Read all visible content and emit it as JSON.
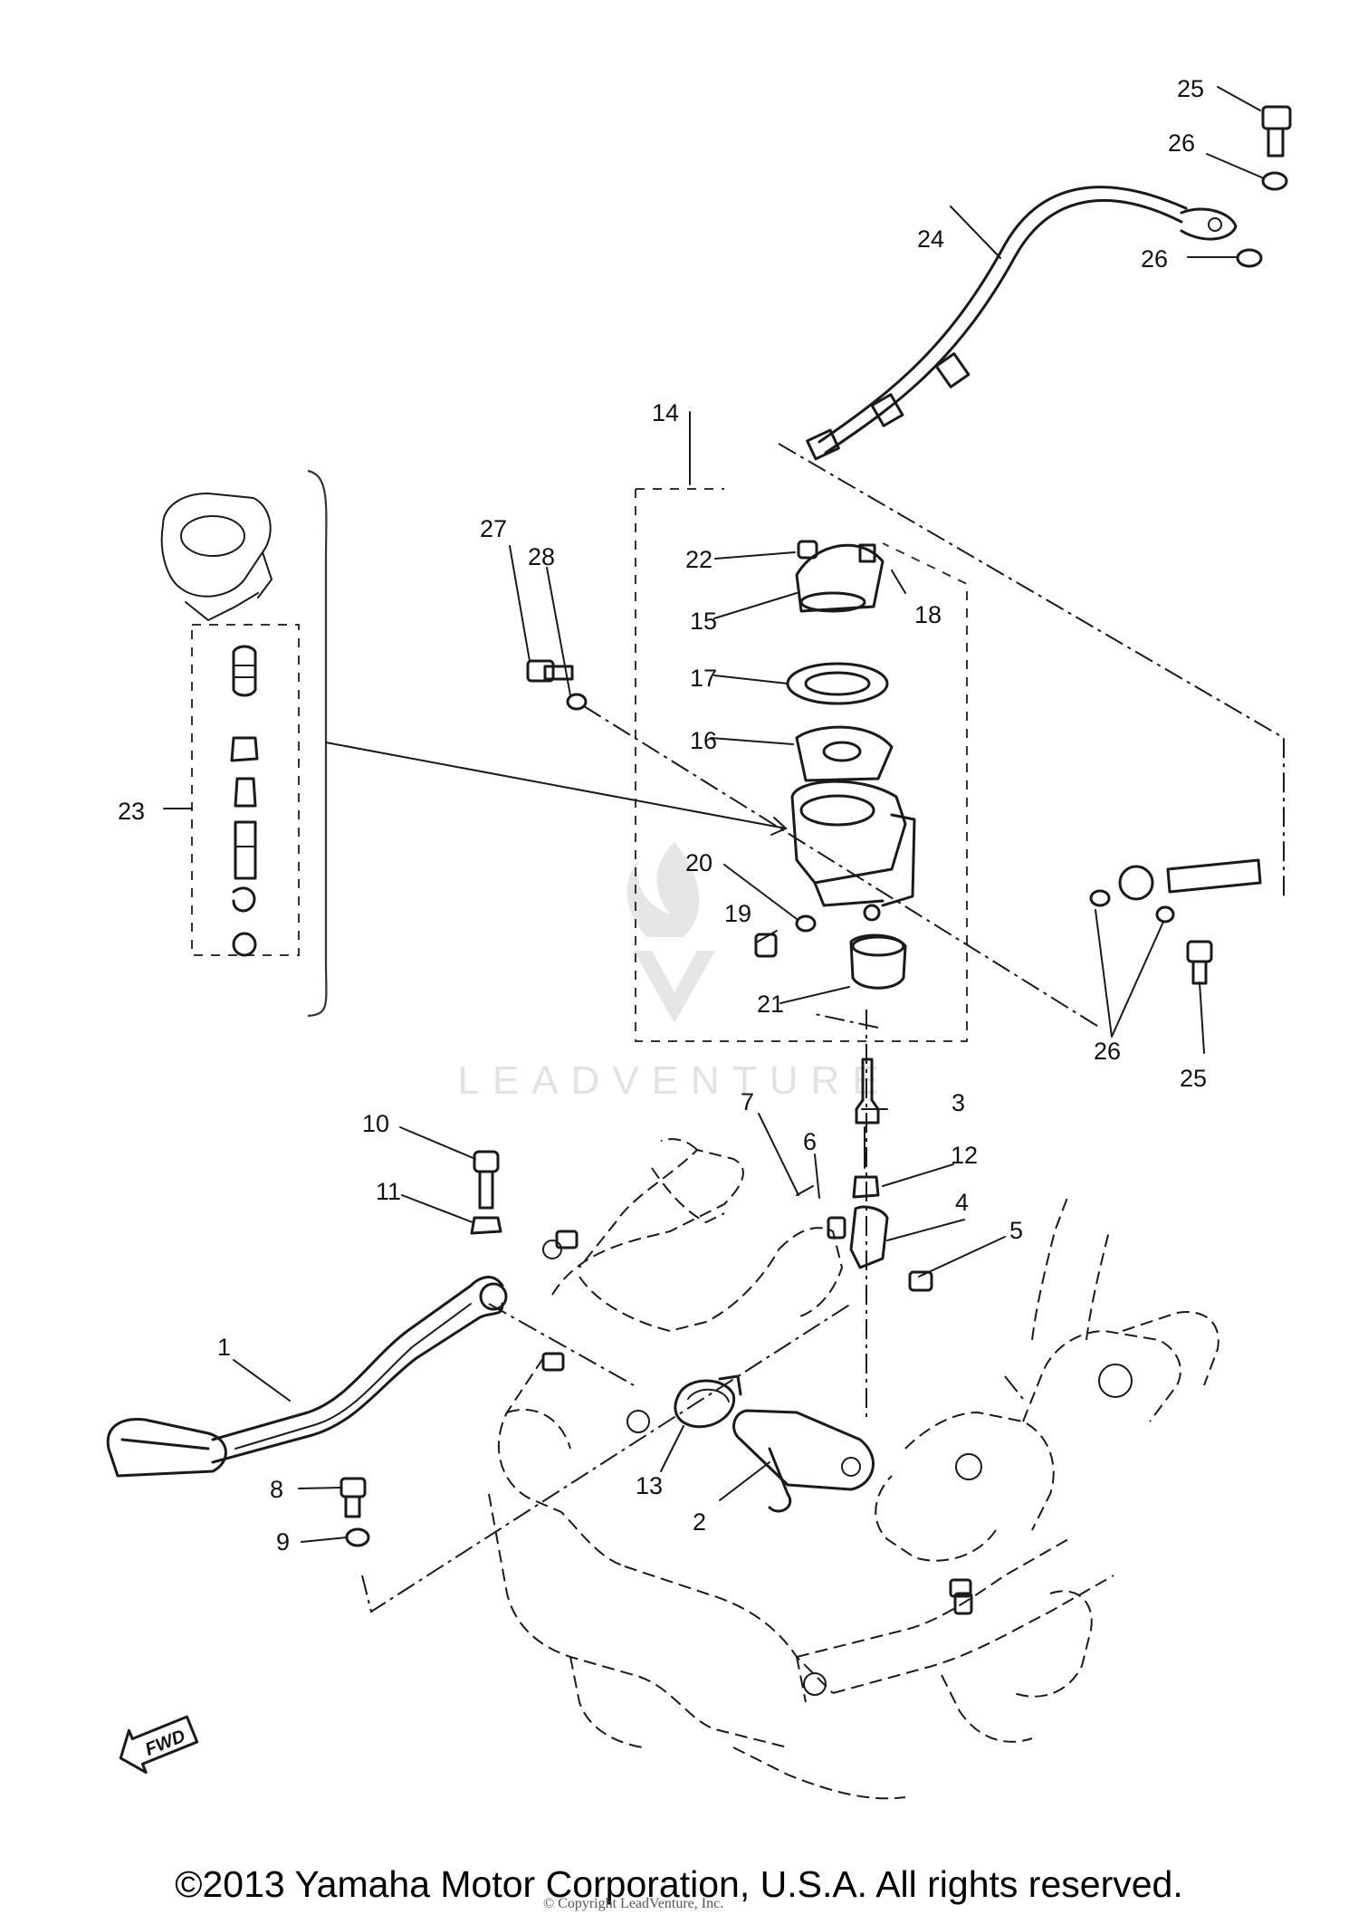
{
  "callouts": [
    {
      "id": "c1",
      "text": "1"
    },
    {
      "id": "c2",
      "text": "2"
    },
    {
      "id": "c3",
      "text": "3"
    },
    {
      "id": "c4",
      "text": "4"
    },
    {
      "id": "c5",
      "text": "5"
    },
    {
      "id": "c6",
      "text": "6"
    },
    {
      "id": "c7",
      "text": "7"
    },
    {
      "id": "c8",
      "text": "8"
    },
    {
      "id": "c9",
      "text": "9"
    },
    {
      "id": "c10",
      "text": "10"
    },
    {
      "id": "c11",
      "text": "11"
    },
    {
      "id": "c12",
      "text": "12"
    },
    {
      "id": "c13",
      "text": "13"
    },
    {
      "id": "c14",
      "text": "14"
    },
    {
      "id": "c15",
      "text": "15"
    },
    {
      "id": "c16",
      "text": "16"
    },
    {
      "id": "c17",
      "text": "17"
    },
    {
      "id": "c18",
      "text": "18"
    },
    {
      "id": "c19",
      "text": "19"
    },
    {
      "id": "c20",
      "text": "20"
    },
    {
      "id": "c21",
      "text": "21"
    },
    {
      "id": "c22",
      "text": "22"
    },
    {
      "id": "c23",
      "text": "23"
    },
    {
      "id": "c24",
      "text": "24"
    },
    {
      "id": "c25a",
      "text": "25"
    },
    {
      "id": "c25b",
      "text": "25"
    },
    {
      "id": "c26a",
      "text": "26"
    },
    {
      "id": "c26b",
      "text": "26"
    },
    {
      "id": "c26c",
      "text": "26"
    },
    {
      "id": "c27",
      "text": "27"
    },
    {
      "id": "c28",
      "text": "28"
    }
  ],
  "fwd_marker": "FWD",
  "watermark": "LEADVENTURE",
  "footer": {
    "copyright": "©2013 Yamaha Motor Corporation, U.S.A. All rights reserved.",
    "credit": "© Copyright LeadVenture, Inc."
  }
}
